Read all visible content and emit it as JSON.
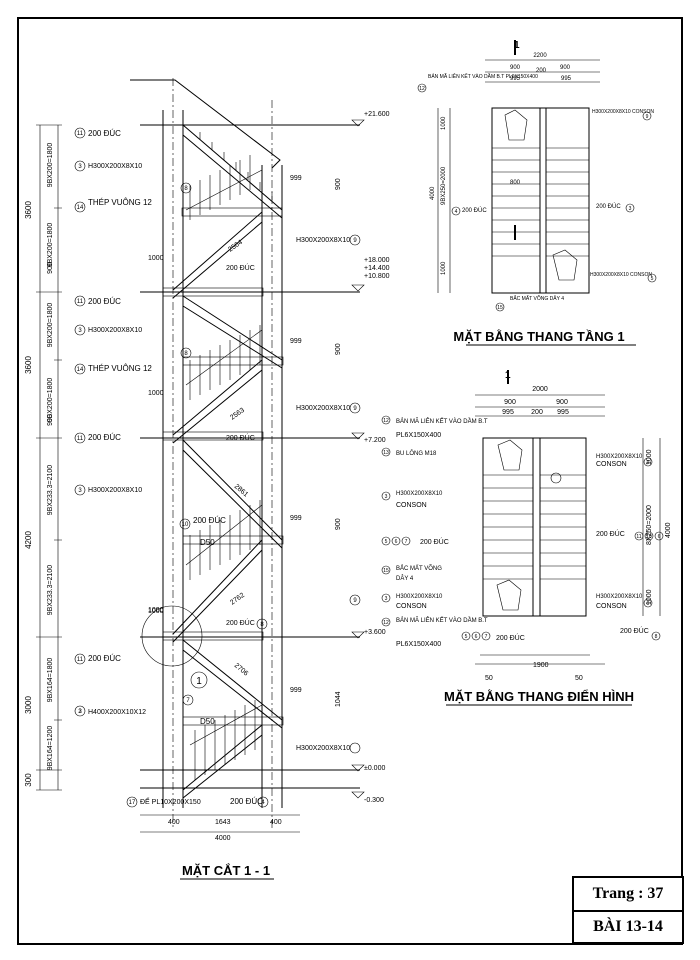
{
  "section_title": "MẶT CẮT 1 - 1",
  "plan1_title": "MẶT BẰNG THANG TẦNG 1",
  "plan2_title": "MẶT BẰNG THANG ĐIỂN HÌNH",
  "page": {
    "label": "Trang : 37",
    "lesson": "BÀI 13-14"
  },
  "section_1_1": {
    "elevations": [
      "+21.600",
      "+18.000",
      "+14.400",
      "+10.800",
      "+7.200",
      "+3.600",
      "±0.000",
      "-0.300"
    ],
    "left_dims": [
      "3600",
      "9BX200=1800",
      "9BX200=1800",
      "900",
      "3600",
      "9BX200=1800",
      "9BX200=1800",
      "900",
      "4200",
      "9BX233.3=2100",
      "9BX233.3=2100",
      "3000",
      "9BX164=1800",
      "9BX164=1200",
      "300"
    ],
    "tags": [
      "200 ĐÚC",
      "H300X200X8X10",
      "THÉP VUÔNG 12",
      "H300X200X8X10",
      "200 ĐÚC",
      "200 ĐÚC",
      "H300X200X8X10",
      "THÉP VUÔNG 12",
      "H300X200X8X10",
      "200 ĐÚC",
      "200 ĐÚC",
      "H300X200X8X10",
      "D50",
      "200 ĐÚC",
      "200 ĐÚC",
      "H400X200X10X12",
      "200 ĐÚC",
      "D50",
      "H300X200X8X10",
      "200 ĐÚC",
      "ĐẾ PL10X200X150"
    ],
    "callouts": [
      "11",
      "3",
      "14",
      "3",
      "11",
      "3",
      "14",
      "11",
      "3",
      "10",
      "11",
      "2",
      "7",
      "17",
      "4",
      "8",
      "8",
      "8",
      "9",
      "9",
      "9"
    ],
    "dims": [
      "999",
      "900",
      "1000",
      "2564",
      "999",
      "900",
      "1000",
      "2563",
      "999",
      "900",
      "1000",
      "2762",
      "2861",
      "999",
      "1044",
      "1000",
      "2706"
    ],
    "bottom_dims": [
      "400",
      "1643",
      "400",
      "4000"
    ],
    "detail_mark": "1"
  },
  "plan_1": {
    "section_mark": "1",
    "top_dims": [
      "2200",
      "900",
      "900",
      "995",
      "200",
      "995"
    ],
    "left_dims": [
      "1000",
      "4000",
      "9BX250=2000",
      "1000"
    ],
    "labels": [
      "BẢN MÃ LIÊN KẾT VÀO DẦM B.T PL6X150X400",
      "H300X200X8X10 CONSON",
      "200 ĐÚC",
      "800",
      "200 ĐÚC",
      "H300X200X8X10 CONSON",
      "BẮC MẤT VÕNG DÂY 4"
    ],
    "callouts": [
      "12",
      "9",
      "4",
      "5",
      "3",
      "15"
    ]
  },
  "plan_2": {
    "section_mark": "1",
    "top_dims": [
      "2000",
      "900",
      "900",
      "995",
      "200",
      "995"
    ],
    "right_dims": [
      "1000",
      "8X250=2000",
      "4000",
      "1000"
    ],
    "labels": [
      "BẢN MÃ LIÊN KẾT VÀO DẦM B.T",
      "PL6X150X400",
      "BU LÔNG M18",
      "H300X200X8X10",
      "CONSON",
      "200 ĐÚC",
      "BẮC MẤT VÕNG",
      "DÂY 4",
      "H300X200X8X10",
      "CONSON",
      "BẢN MÃ LIÊN KẾT VÀO DẦM B.T",
      "PL6X150X400",
      "200 ĐÚC",
      "H300X200X8X10",
      "CONSON",
      "200 ĐÚC",
      "H300X200X8X10",
      "CONSON",
      "200 ĐÚC"
    ],
    "callouts": [
      "12",
      "13",
      "3",
      "5",
      "6",
      "7",
      "15",
      "3",
      "12",
      "5",
      "6",
      "7",
      "9",
      "11",
      "10",
      "6",
      "9",
      "8"
    ],
    "bottom_dims": [
      "50",
      "1900",
      "50"
    ]
  }
}
